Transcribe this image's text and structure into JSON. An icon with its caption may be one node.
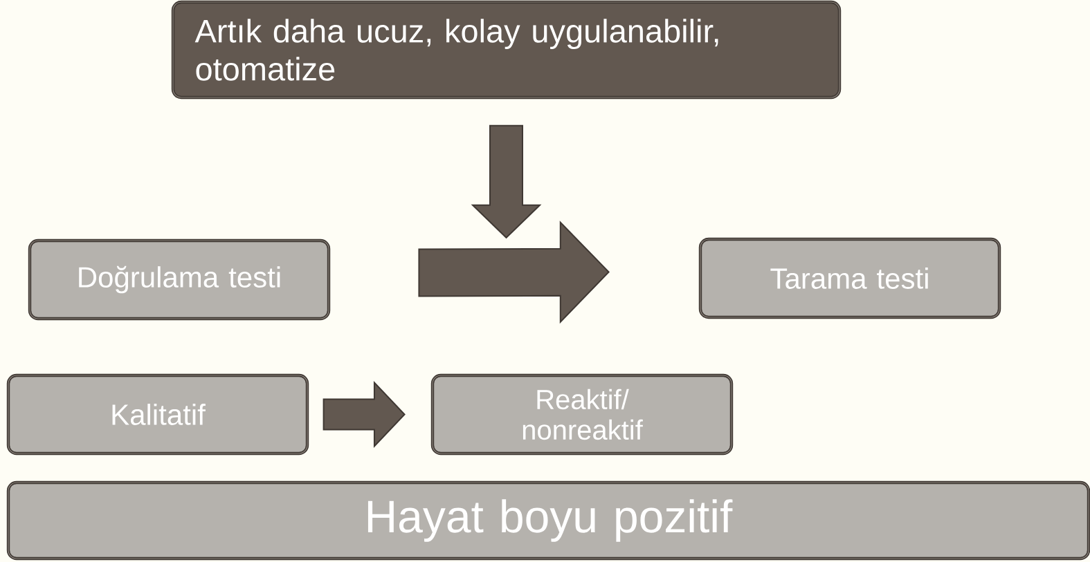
{
  "diagram": {
    "nodes": [
      {
        "text": [
          "Artık daha ucuz, kolay uygulanabilir, otomatize"
        ]
      },
      {
        "text": [
          "Doğrulama testi"
        ]
      },
      {
        "text": [
          "Tarama testi"
        ]
      },
      {
        "text": [
          "Kalitatif"
        ]
      },
      {
        "text": [
          "Reaktif/ nonreaktif"
        ]
      },
      {
        "text": [
          "Hayat boyu pozitif"
        ]
      }
    ],
    "edges": [
      {
        "from": 0,
        "to": null,
        "arrow": "to"
      },
      {
        "from": 1,
        "to": 2,
        "arrow": "to"
      },
      {
        "from": 3,
        "to": 4,
        "arrow": "to"
      }
    ]
  }
}
